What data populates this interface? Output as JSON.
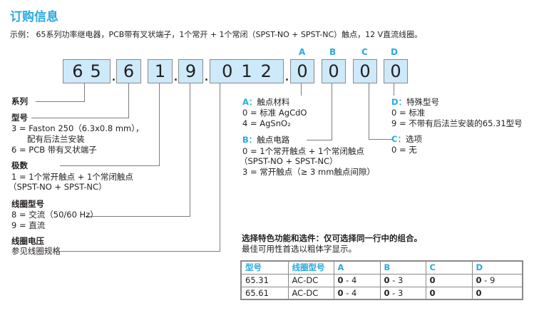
{
  "title": "订购信息",
  "example": "示例： 65系列功率继电器，PCB带有叉状端子，1个常开 + 1个常闭（SPST-NO + SPST-NC）触点，12 V直流线圈。",
  "code": {
    "series": "65",
    "type": "6",
    "poles": "1",
    "coil_type": "9",
    "voltage": "012",
    "a": "0",
    "b": "0",
    "c": "0",
    "d": "0",
    "sep": "."
  },
  "letters": {
    "a": "A",
    "b": "B",
    "c": "C",
    "d": "D"
  },
  "left": {
    "series": "系列",
    "type_h": "型号",
    "type_3": "3 = Faston 250（6.3x0.8 mm），",
    "type_3b": "配有后法兰安装",
    "type_6": "6 = PCB 带有叉状端子",
    "poles_h": "极数",
    "poles_1": "1 = 1个常开触点 + 1个常闭触点",
    "poles_1b": "（SPST-NO + SPST-NC）",
    "coil_h": "线圈型号",
    "coil_8": "8 = 交流（50/60 Hz）",
    "coil_9": "9 = 直流",
    "volt_h": "线圈电压",
    "volt_t": "参见线圈规格"
  },
  "right": {
    "a_key": "A：",
    "a_h": "触点材料",
    "a_0": "0 = 标准 AgCdO",
    "a_4": "4 = AgSnO₂",
    "b_key": "B：",
    "b_h": "触点电路",
    "b_0": "0 = 1个常开触点 + 1个常闭触点",
    "b_0b": "（SPST-NO + SPST-NC）",
    "b_3": "3 = 常开触点（≥ 3 mm触点间隙）",
    "d_key": "D：",
    "d_h": "特殊型号",
    "d_0": "0 = 标准",
    "d_9": "9 =  不带有后法兰安装的65.31型号",
    "c_key": "C：",
    "c_h": "选项",
    "c_0": "0 = 无"
  },
  "note": {
    "line1": "选择特色功能和选件：仅可选择同一行中的组合。",
    "line2": "最佳可用性首选以粗体字显示。"
  },
  "table": {
    "headers": [
      "型号",
      "线圈型号",
      "A",
      "B",
      "C",
      "D"
    ],
    "rows": [
      {
        "model": "65.31",
        "coil": "AC-DC",
        "a_bold": "0",
        "a_rest": " - 4",
        "b_bold": "0",
        "b_rest": " - 3",
        "c_bold": "0",
        "d_bold": "0",
        "d_rest": " - 9"
      },
      {
        "model": "65.61",
        "coil": "AC-DC",
        "a_bold": "0",
        "a_rest": " - 4",
        "b_bold": "0",
        "b_rest": " - 3",
        "c_bold": "0",
        "d_bold": "0"
      }
    ]
  },
  "colors": {
    "accent": "#29a9e0",
    "box_fill": "#cde9fa"
  }
}
